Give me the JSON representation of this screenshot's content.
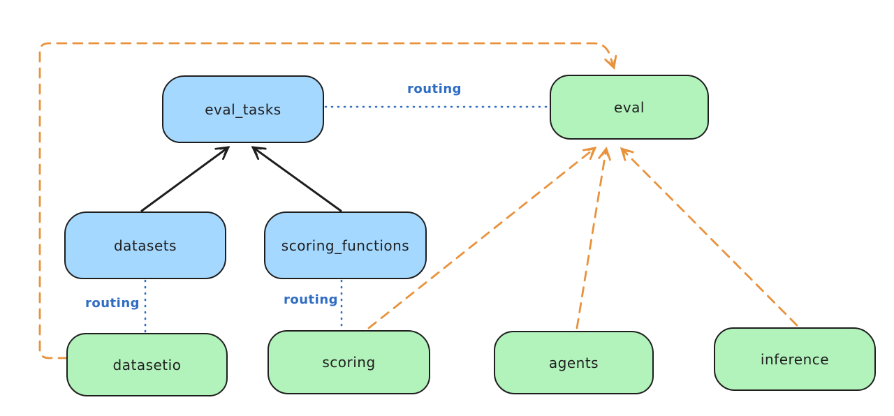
{
  "diagram": {
    "nodes": [
      {
        "id": "eval_tasks",
        "label": "eval_tasks",
        "color": "blue"
      },
      {
        "id": "eval",
        "label": "eval",
        "color": "green"
      },
      {
        "id": "datasets",
        "label": "datasets",
        "color": "blue"
      },
      {
        "id": "scoring_functions",
        "label": "scoring_functions",
        "color": "blue"
      },
      {
        "id": "datasetio",
        "label": "datasetio",
        "color": "green"
      },
      {
        "id": "scoring",
        "label": "scoring",
        "color": "green"
      },
      {
        "id": "agents",
        "label": "agents",
        "color": "green"
      },
      {
        "id": "inference",
        "label": "inference",
        "color": "green"
      }
    ],
    "routing_labels": [
      {
        "text": "routing",
        "between": [
          "eval_tasks",
          "eval"
        ]
      },
      {
        "text": "routing",
        "between": [
          "datasets",
          "datasetio"
        ]
      },
      {
        "text": "routing",
        "between": [
          "scoring_functions",
          "scoring"
        ]
      }
    ],
    "edges": [
      {
        "from": "datasets",
        "to": "eval_tasks",
        "style": "solid",
        "color": "#1e1e1e",
        "arrow": true
      },
      {
        "from": "scoring_functions",
        "to": "eval_tasks",
        "style": "solid",
        "color": "#1e1e1e",
        "arrow": true
      },
      {
        "from": "eval_tasks",
        "to": "eval",
        "style": "dotted",
        "color": "#2f6dc3",
        "arrow": false,
        "label": "routing"
      },
      {
        "from": "datasets",
        "to": "datasetio",
        "style": "dotted",
        "color": "#2f6dc3",
        "arrow": false,
        "label": "routing"
      },
      {
        "from": "scoring_functions",
        "to": "scoring",
        "style": "dotted",
        "color": "#2f6dc3",
        "arrow": false,
        "label": "routing"
      },
      {
        "from": "datasetio",
        "to": "eval",
        "style": "dashed",
        "color": "#e8923c",
        "arrow": true
      },
      {
        "from": "scoring",
        "to": "eval",
        "style": "dashed",
        "color": "#e8923c",
        "arrow": true
      },
      {
        "from": "agents",
        "to": "eval",
        "style": "dashed",
        "color": "#e8923c",
        "arrow": true
      },
      {
        "from": "inference",
        "to": "eval",
        "style": "dashed",
        "color": "#e8923c",
        "arrow": true
      }
    ],
    "colors": {
      "blue_fill": "#a5d8ff",
      "green_fill": "#b2f2bb",
      "border": "#1e1e1e",
      "orange": "#e8923c",
      "routing_blue": "#2f6dc3",
      "background": "#ffffff"
    }
  }
}
